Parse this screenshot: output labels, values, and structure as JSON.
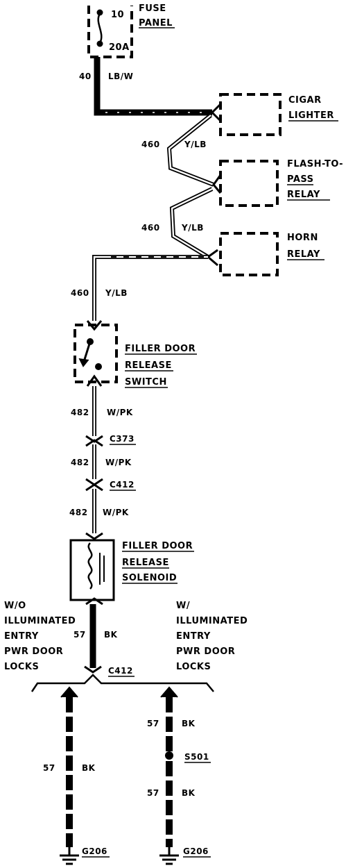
{
  "components": {
    "fuse_panel": {
      "line1": "FUSE",
      "line2": "PANEL",
      "fuse_number": "10",
      "rating": "20A"
    },
    "cigar_lighter": {
      "line1": "CIGAR",
      "line2": "LIGHTER"
    },
    "flash_to_pass_relay": {
      "line1": "FLASH-TO-",
      "line2": "PASS",
      "line3": "RELAY"
    },
    "horn_relay": {
      "line1": "HORN",
      "line2": "RELAY"
    },
    "filler_door_switch": {
      "line1": "FILLER DOOR",
      "line2": "RELEASE",
      "line3": "SWITCH"
    },
    "filler_door_solenoid": {
      "line1": "FILLER DOOR",
      "line2": "RELEASE",
      "line3": "SOLENOID"
    }
  },
  "wires": {
    "w40": {
      "circuit": "40",
      "color": "LB/W"
    },
    "w460a": {
      "circuit": "460",
      "color": "Y/LB"
    },
    "w460b": {
      "circuit": "460",
      "color": "Y/LB"
    },
    "w460c": {
      "circuit": "460",
      "color": "Y/LB"
    },
    "w482a": {
      "circuit": "482",
      "color": "W/PK"
    },
    "w482b": {
      "circuit": "482",
      "color": "W/PK"
    },
    "w482c": {
      "circuit": "482",
      "color": "W/PK"
    },
    "w57a": {
      "circuit": "57",
      "color": "BK"
    },
    "w57b": {
      "circuit": "57",
      "color": "BK"
    },
    "w57c": {
      "circuit": "57",
      "color": "BK"
    },
    "w57d": {
      "circuit": "57",
      "color": "BK"
    }
  },
  "connectors": {
    "c373": "C373",
    "c412_upper": "C412",
    "c412_lower": "C412",
    "s501": "S501"
  },
  "grounds": {
    "left": "G206",
    "right": "G206"
  },
  "variants": {
    "left": {
      "line1": "W/O",
      "line2": "ILLUMINATED",
      "line3": "ENTRY",
      "line4": "PWR DOOR",
      "line5": "LOCKS"
    },
    "right": {
      "line1": "W/",
      "line2": "ILLUMINATED",
      "line3": "ENTRY",
      "line4": "PWR DOOR",
      "line5": "LOCKS"
    }
  }
}
